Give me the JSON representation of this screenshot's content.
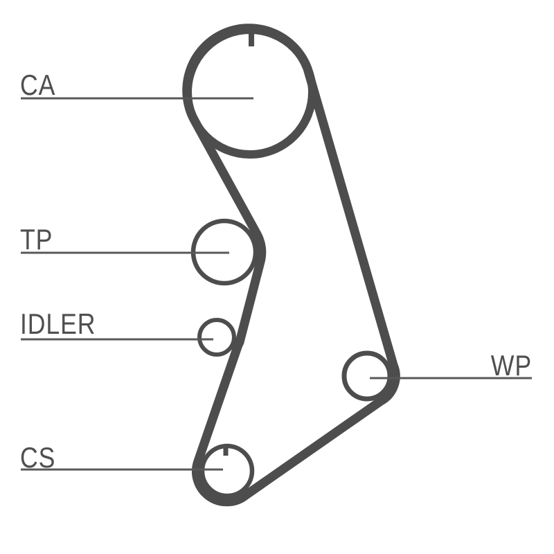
{
  "diagram": {
    "type": "timing-belt-routing-diagram",
    "background": "#ffffff",
    "line_color": "#4d4d4d",
    "leader_line_color": "#585858",
    "label_color": "#4f4f4f",
    "labels": {
      "ca": "CA",
      "tp": "TP",
      "idler": "IDLER",
      "wp": "WP",
      "cs": "CS"
    },
    "parts": [
      {
        "label": "CA",
        "shape": "large circle, top, with timing notch at top"
      },
      {
        "label": "TP",
        "shape": "medium circle, middle left"
      },
      {
        "label": "IDLER",
        "shape": "small circle, below TP"
      },
      {
        "label": "WP",
        "shape": "small circle, lower right"
      },
      {
        "label": "CS",
        "shape": "small circle, bottom, with timing notch at top"
      }
    ]
  }
}
